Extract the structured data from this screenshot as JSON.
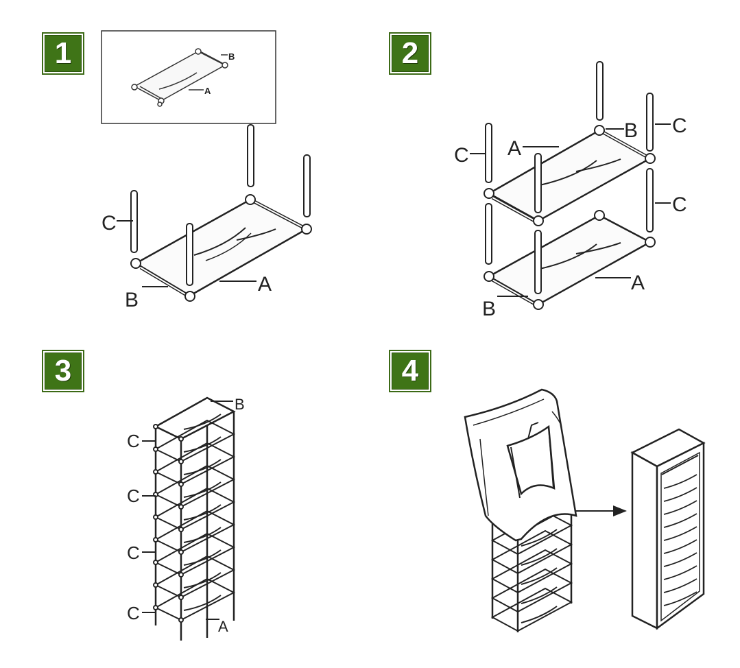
{
  "steps": [
    {
      "number": "1"
    },
    {
      "number": "2"
    },
    {
      "number": "3"
    },
    {
      "number": "4"
    }
  ],
  "labels": {
    "a": "A",
    "b": "B",
    "c": "C"
  },
  "colors": {
    "badge_green": "#3f7417",
    "line": "#222222"
  }
}
